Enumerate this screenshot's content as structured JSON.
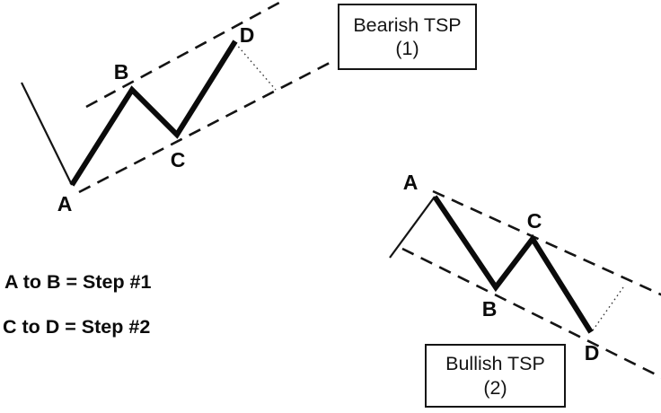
{
  "figure": {
    "ink_color": "#111111",
    "background_color": "#ffffff"
  },
  "bearish": {
    "title_line1": "Bearish TSP",
    "title_line2": "(1)",
    "point_labels": {
      "a": "A",
      "b": "B",
      "c": "C",
      "d": "D"
    }
  },
  "bullish": {
    "title_line1": "Bullish TSP",
    "title_line2": "(2)",
    "point_labels": {
      "a": "A",
      "b": "B",
      "c": "C",
      "d": "D"
    }
  },
  "legend": {
    "step1": "A to B = Step #1",
    "step2": "C to D = Step #2"
  }
}
